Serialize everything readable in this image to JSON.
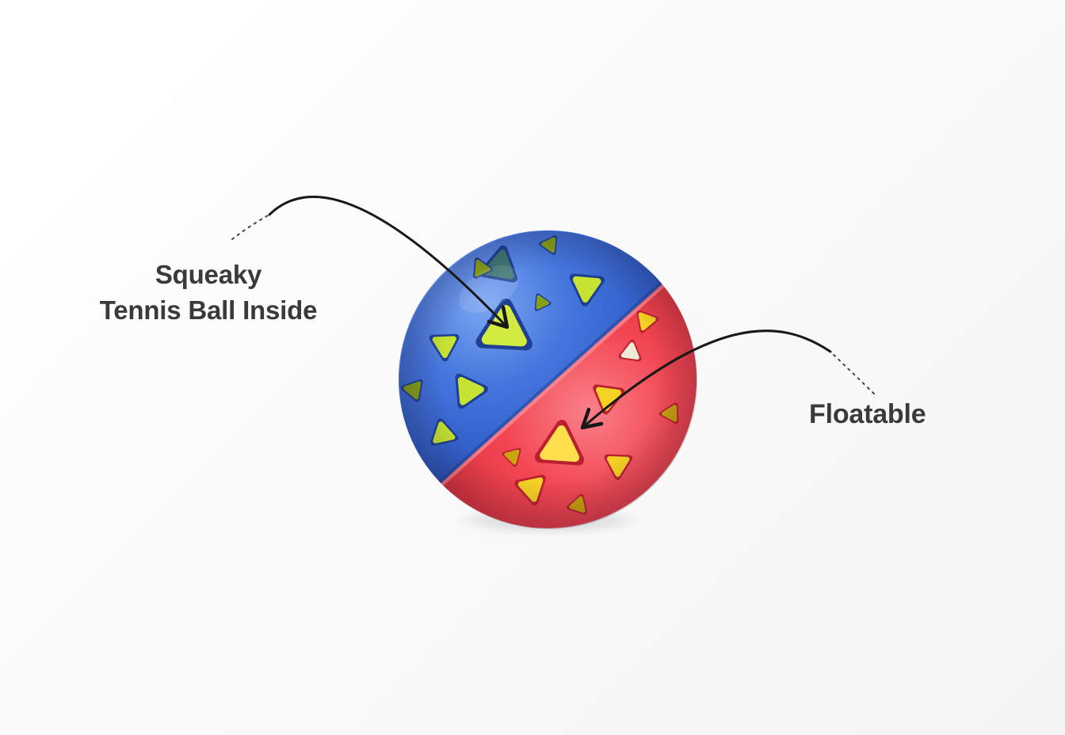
{
  "page": {
    "background_color": "#fafafa",
    "colors": {
      "lattice_blue": "#3c6ed8",
      "lattice_red": "#f0424f",
      "tennis_ball_green": "#c6e232",
      "tennis_ball_yellow": "#f5d224",
      "label_text": "#3a3a3a",
      "arrow_black": "#181818"
    }
  },
  "callouts": {
    "squeaky": {
      "line1": "Squeaky",
      "line2": "Tennis Ball Inside"
    },
    "floatable": {
      "label": "Floatable"
    }
  },
  "product": {
    "subject": "two-tone lattice ball dog toy with tennis ball inside"
  }
}
